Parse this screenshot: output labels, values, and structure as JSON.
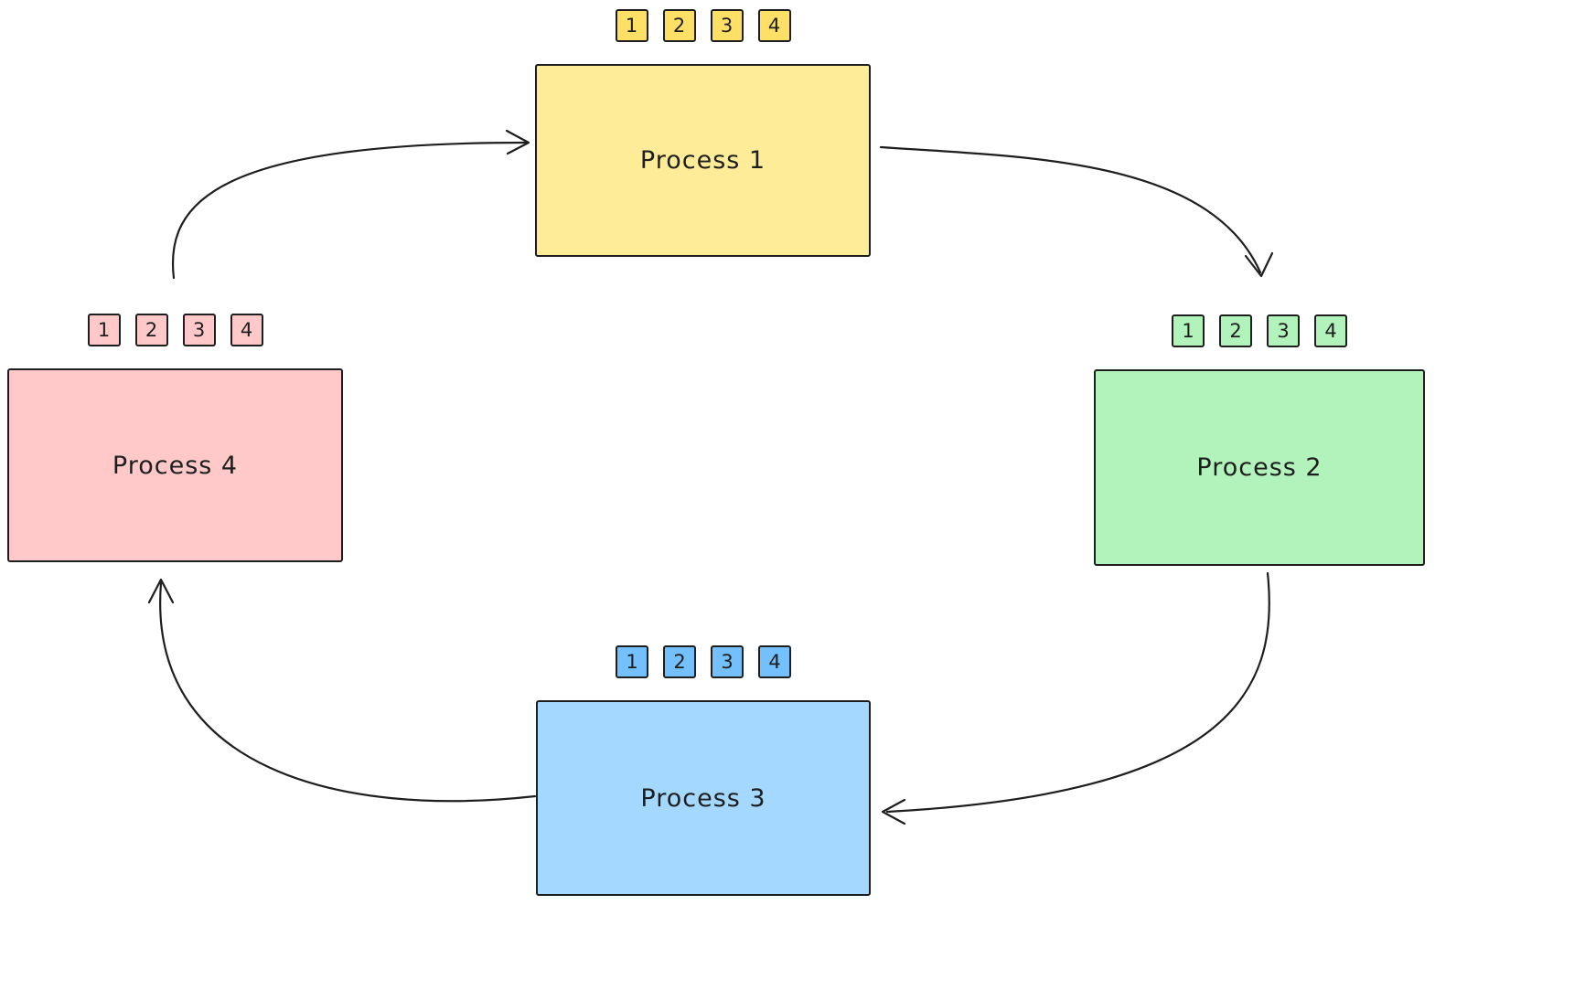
{
  "diagram": {
    "background": "#ffffff",
    "stroke": "#1e1e1e"
  },
  "processes": [
    {
      "label": "Process 1",
      "fill": "#ffec99",
      "token_fill": "#ffe066",
      "tokens": [
        "1",
        "2",
        "3",
        "4"
      ]
    },
    {
      "label": "Process 2",
      "fill": "#b2f2bb",
      "token_fill": "#b2f2bb",
      "tokens": [
        "1",
        "2",
        "3",
        "4"
      ]
    },
    {
      "label": "Process 3",
      "fill": "#a5d8ff",
      "token_fill": "#74c0fc",
      "tokens": [
        "1",
        "2",
        "3",
        "4"
      ]
    },
    {
      "label": "Process 4",
      "fill": "#ffc9c9",
      "token_fill": "#ffc9c9",
      "tokens": [
        "1",
        "2",
        "3",
        "4"
      ]
    }
  ],
  "arrows": [
    {
      "from": "Process 4",
      "to": "Process 1"
    },
    {
      "from": "Process 1",
      "to": "Process 2"
    },
    {
      "from": "Process 2",
      "to": "Process 3"
    },
    {
      "from": "Process 3",
      "to": "Process 4"
    }
  ]
}
